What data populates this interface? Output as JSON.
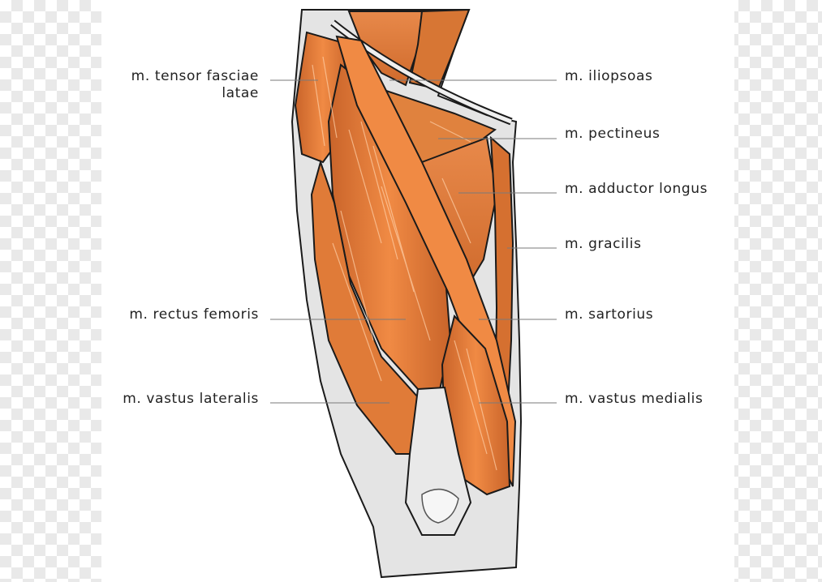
{
  "labels": {
    "tensor_fasciae_latae": [
      "m. tensor fasciae",
      "latae"
    ],
    "rectus_femoris": "m. rectus femoris",
    "vastus_lateralis": "m. vastus lateralis",
    "iliopsoas": "m. iliopsoas",
    "pectineus": "m. pectineus",
    "adductor_longus": "m. adductor longus",
    "gracilis": "m. gracilis",
    "sartorius": "m. sartorius",
    "vastus_medialis": "m. vastus medialis"
  },
  "colors": {
    "muscle": "#e07b38",
    "muscle_dark": "#b65a22",
    "muscle_light": "#f6a466",
    "tendon": "#e7e7e7",
    "outline": "#1a1a1a"
  }
}
